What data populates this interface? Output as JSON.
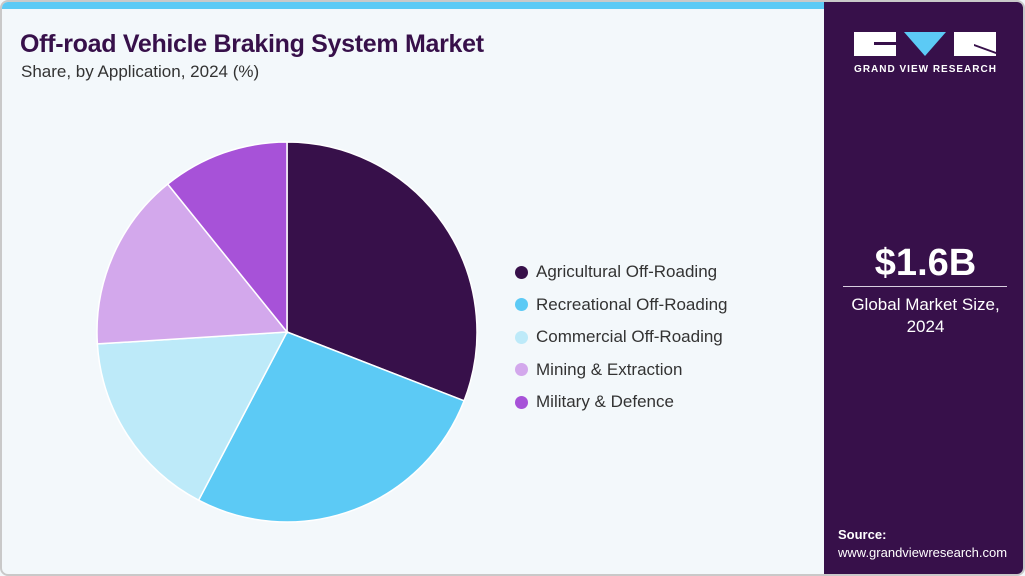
{
  "header": {
    "title": "Off-road Vehicle Braking System Market",
    "subtitle": "Share, by Application, 2024 (%)"
  },
  "colors": {
    "accent_bar": "#5ccaf5",
    "side_panel": "#37104a",
    "background": "#f3f8fb"
  },
  "legend": [
    {
      "label": "Agricultural Off-Roading",
      "color": "#37104a"
    },
    {
      "label": "Recreational Off-Roading",
      "color": "#5ccaf5"
    },
    {
      "label": "Commercial Off-Roading",
      "color": "#bdeaf9"
    },
    {
      "label": "Mining & Extraction",
      "color": "#d3a8ec"
    },
    {
      "label": "Military & Defence",
      "color": "#a752d8"
    }
  ],
  "side_panel": {
    "logo_text": "GRAND VIEW RESEARCH",
    "market_value": "$1.6B",
    "market_label_line1": "Global Market Size,",
    "market_label_line2": "2024",
    "source_heading": "Source:",
    "source_url": "www.grandviewresearch.com"
  },
  "chart_data": {
    "type": "pie",
    "title": "Off-road Vehicle Braking System Market",
    "subtitle": "Share, by Application, 2024 (%)",
    "categories": [
      "Agricultural Off-Roading",
      "Recreational Off-Roading",
      "Commercial Off-Roading",
      "Mining & Extraction",
      "Military & Defence"
    ],
    "values": [
      30.9,
      26.8,
      16.3,
      15.2,
      10.8
    ],
    "colors": [
      "#37104a",
      "#5ccaf5",
      "#bdeaf9",
      "#d3a8ec",
      "#a752d8"
    ],
    "legend_position": "right",
    "start_angle_deg": 0,
    "direction": "clockwise"
  }
}
